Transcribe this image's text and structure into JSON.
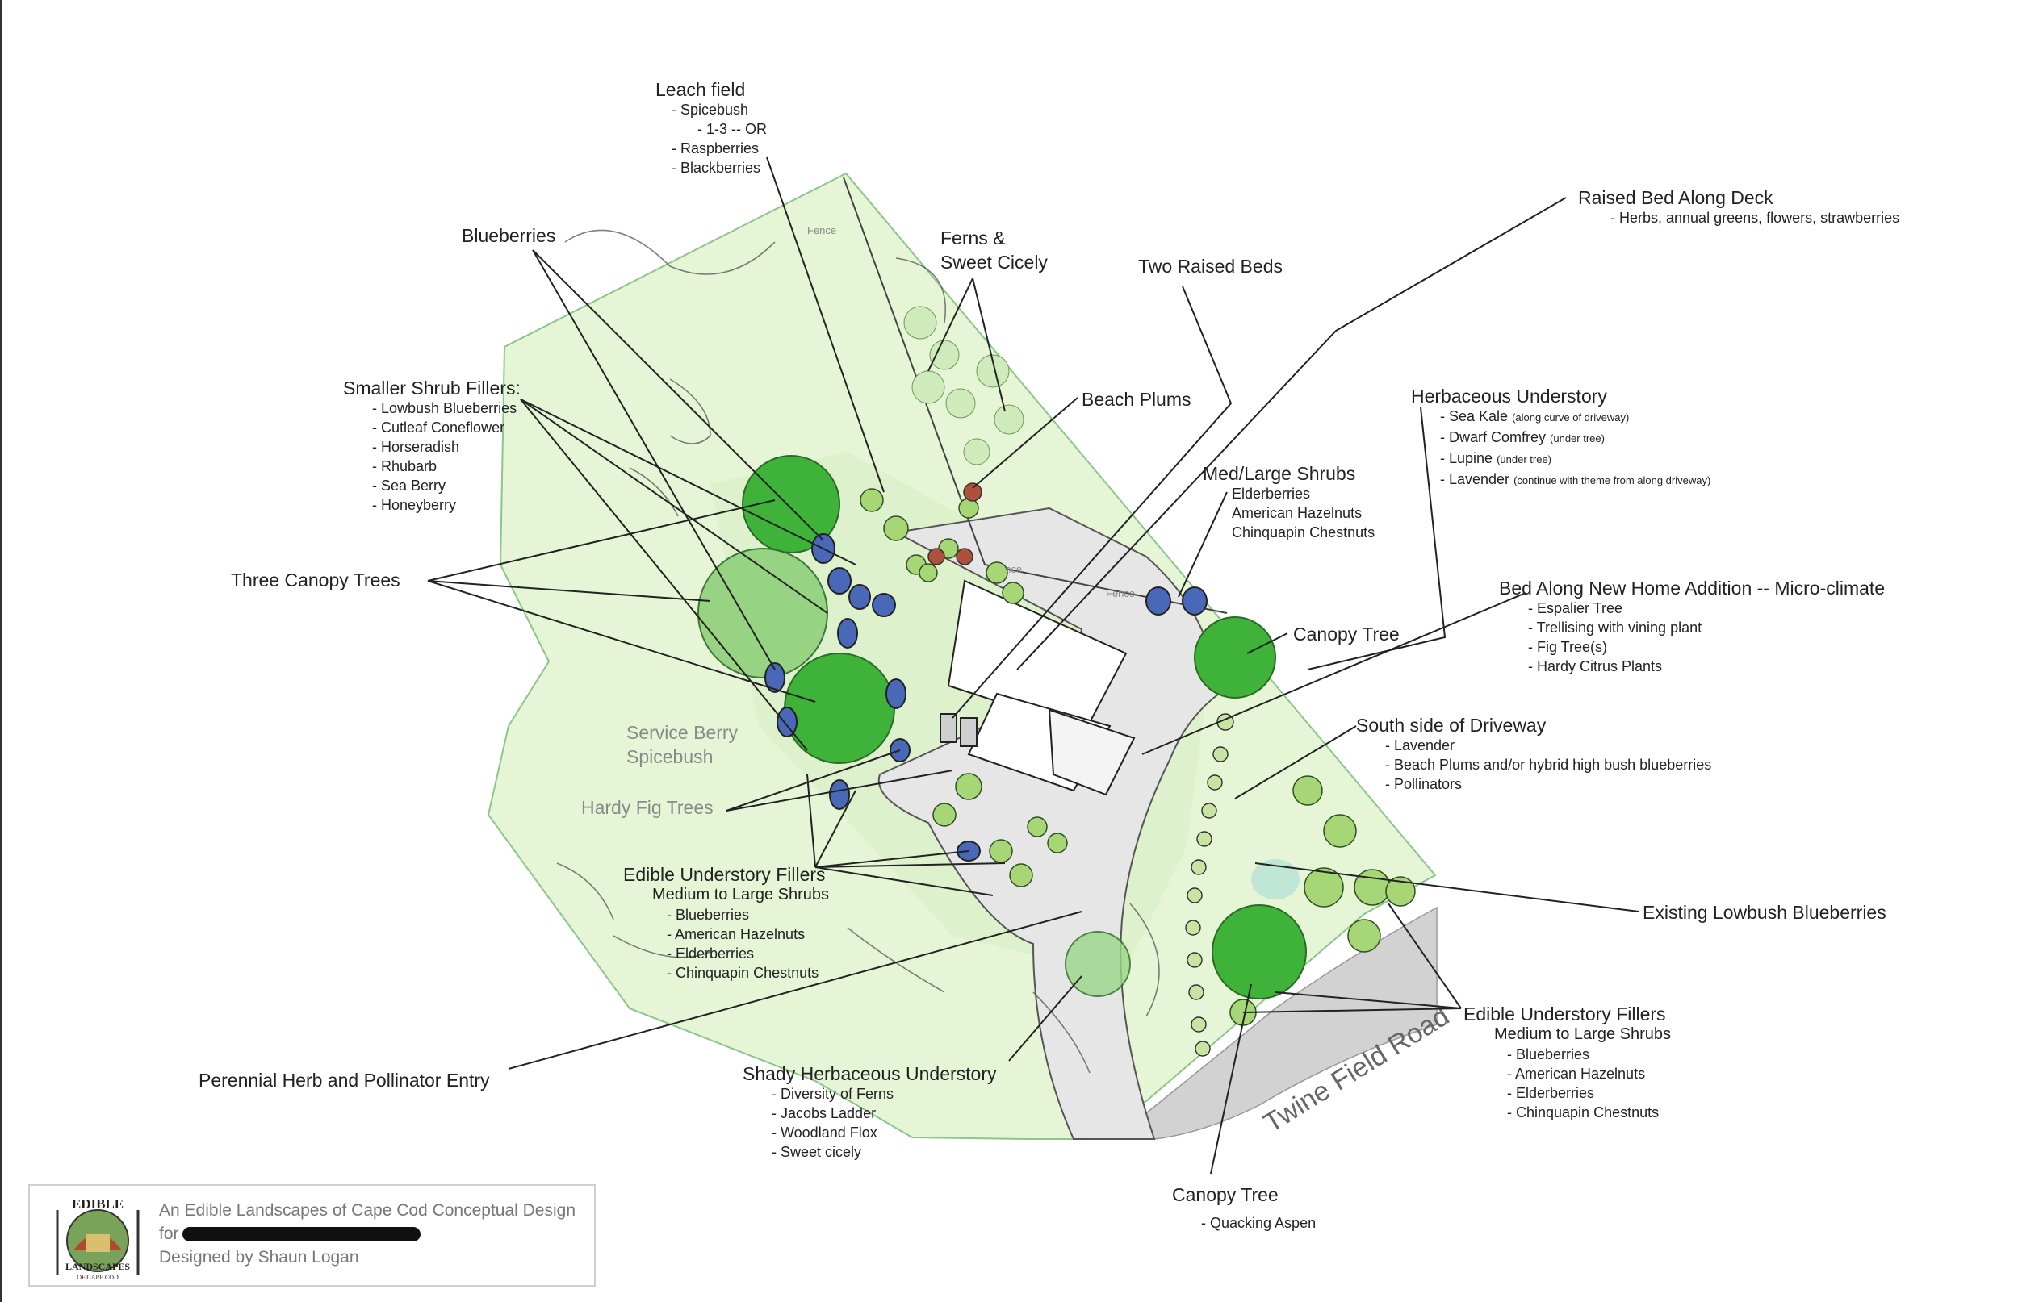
{
  "colors": {
    "lawn": "#e6f5d8",
    "canopy": "#3fb23a",
    "shrub": "#9ccc66",
    "blueberry": "#4a68b8",
    "paving": "#e7e7e7",
    "road": "#d3d3d3",
    "line": "#2a2a2a"
  },
  "map": {
    "fence_label": "Fence",
    "road_label": "Twine Field Road"
  },
  "labels": {
    "leach_field": {
      "title": "Leach field",
      "items": [
        "- Spicebush",
        "- 1-3 -- OR",
        "- Raspberries",
        "- Blackberries"
      ]
    },
    "blueberries": {
      "title": "Blueberries"
    },
    "ferns": {
      "line1": "Ferns &",
      "line2": "Sweet Cicely"
    },
    "two_raised_beds": {
      "title": "Two Raised Beds"
    },
    "raised_bed_deck": {
      "title": "Raised Bed Along Deck",
      "items": [
        "- Herbs, annual greens, flowers, strawberries"
      ]
    },
    "beach_plums": {
      "title": "Beach Plums"
    },
    "smaller_shrub": {
      "title": "Smaller Shrub Fillers:",
      "items": [
        "- Lowbush Blueberries",
        "- Cutleaf Coneflower",
        "- Horseradish",
        "- Rhubarb",
        "- Sea Berry",
        "- Honeyberry"
      ]
    },
    "herbaceous_understory": {
      "title": "Herbaceous Understory",
      "items": [
        {
          "text": "- Sea Kale",
          "note": "(along curve of driveway)"
        },
        {
          "text": "- Dwarf Comfrey",
          "note": "(under tree)"
        },
        {
          "text": "- Lupine",
          "note": "(under tree)"
        },
        {
          "text": "- Lavender",
          "note": "(continue with theme from along driveway)"
        }
      ]
    },
    "med_large": {
      "title": "Med/Large Shrubs",
      "items": [
        "Elderberries",
        "American Hazelnuts",
        "Chinquapin Chestnuts"
      ]
    },
    "three_canopy": {
      "title": "Three Canopy Trees"
    },
    "canopy_tree_right": {
      "title": "Canopy Tree"
    },
    "bed_addition": {
      "title": "Bed Along New Home Addition -- Micro-climate",
      "items": [
        "- Espalier Tree",
        "- Trellising with vining plant",
        "- Fig Tree(s)",
        "- Hardy Citrus Plants"
      ]
    },
    "service_berry": {
      "line1": "Service Berry",
      "line2": "Spicebush"
    },
    "south_driveway": {
      "title": "South side of Driveway",
      "items": [
        "- Lavender",
        "- Beach Plums and/or hybrid high bush blueberries",
        "- Pollinators"
      ]
    },
    "hardy_fig": {
      "title": "Hardy Fig Trees"
    },
    "edible_left": {
      "title": "Edible Understory Fillers",
      "subtitle": "Medium to Large Shrubs",
      "items": [
        "- Blueberries",
        "- American Hazelnuts",
        "- Elderberries",
        "- Chinquapin Chestnuts"
      ]
    },
    "existing_lowbush": {
      "title": "Existing Lowbush Blueberries"
    },
    "edible_right": {
      "title": "Edible Understory Fillers",
      "subtitle": "Medium to Large Shrubs",
      "items": [
        "- Blueberries",
        "- American Hazelnuts",
        "- Elderberries",
        "- Chinquapin Chestnuts"
      ]
    },
    "perennial_entry": {
      "title": "Perennial Herb and Pollinator Entry"
    },
    "shady": {
      "title": "Shady Herbaceous Understory",
      "items": [
        "- Diversity of Ferns",
        "- Jacobs Ladder",
        "- Woodland Flox",
        "- Sweet cicely"
      ]
    },
    "canopy_bottom": {
      "title": "Canopy Tree",
      "items": [
        "- Quacking Aspen"
      ]
    }
  },
  "title_block": {
    "line1": "An Edible Landscapes of Cape Cod Conceptual Design",
    "line2_prefix": "for",
    "line3": "Designed by Shaun Logan",
    "logo_top": "EDIBLE",
    "logo_bottom": "LANDSCAPES",
    "logo_small": "OF CAPE COD"
  }
}
